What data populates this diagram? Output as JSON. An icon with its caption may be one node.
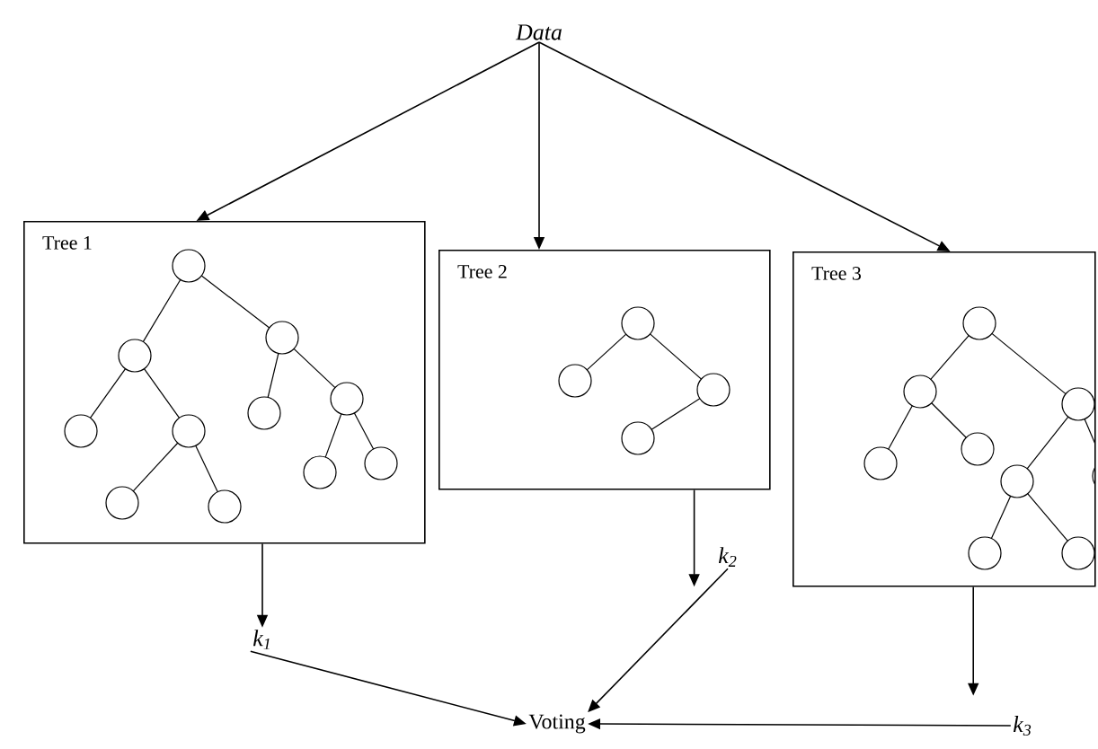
{
  "diagram": {
    "nodes": [
      {
        "text": [
          "Data"
        ]
      },
      {
        "text": [
          "Tree 1"
        ]
      },
      {
        "text": [
          "Tree 2"
        ]
      },
      {
        "text": [
          "Tree 3"
        ]
      },
      {
        "text": [
          "k$_{1}$"
        ]
      },
      {
        "text": [
          "k$_{2}$"
        ]
      },
      {
        "text": [
          "k$_{3}$"
        ]
      },
      {
        "text": [
          "Voting"
        ]
      }
    ],
    "edges": [
      {
        "from": 0,
        "to": 1,
        "arrow": "to"
      },
      {
        "from": 0,
        "to": 2,
        "arrow": "to"
      },
      {
        "from": 0,
        "to": 3,
        "arrow": "to"
      },
      {
        "from": 1,
        "to": 4,
        "arrow": "to"
      },
      {
        "from": 2,
        "to": 5,
        "arrow": "to"
      },
      {
        "from": 3,
        "to": 6,
        "arrow": "to"
      },
      {
        "from": 4,
        "to": 7,
        "arrow": "to"
      },
      {
        "from": 5,
        "to": 7,
        "arrow": "to"
      },
      {
        "from": 6,
        "to": 7,
        "arrow": "to"
      }
    ]
  }
}
